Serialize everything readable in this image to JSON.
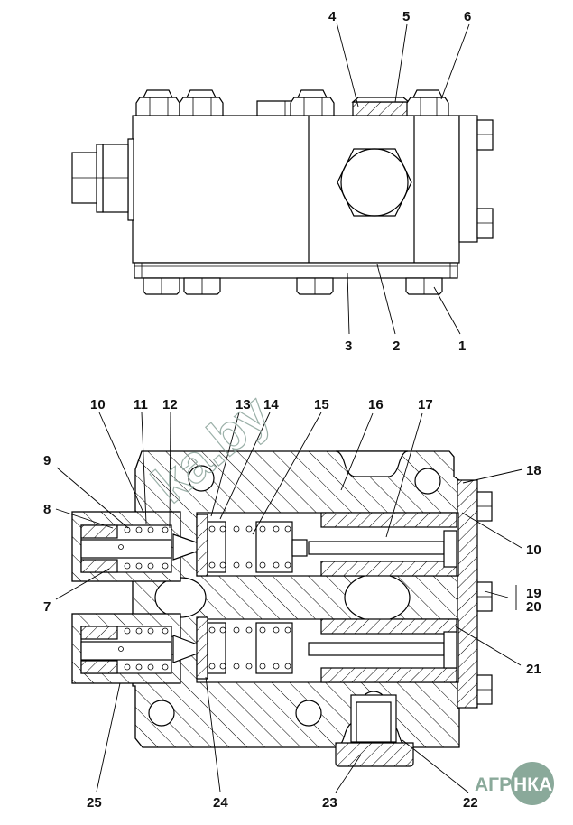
{
  "diagram": {
    "title": "Hydraulic valve block assembly — exterior view and sectional view",
    "views": [
      {
        "id": "top-view",
        "kind": "exterior"
      },
      {
        "id": "section-view",
        "kind": "section"
      }
    ],
    "callouts": {
      "c1": "1",
      "c2": "2",
      "c3": "3",
      "c4": "4",
      "c5": "5",
      "c6": "6",
      "c7": "7",
      "c8": "8",
      "c9": "9",
      "c10a": "10",
      "c10b": "10",
      "c11": "11",
      "c12": "12",
      "c13": "13",
      "c14": "14",
      "c15": "15",
      "c16": "16",
      "c17": "17",
      "c18": "18",
      "c19": "19",
      "c20": "20",
      "c21": "21",
      "c22": "22",
      "c23": "23",
      "c24": "24",
      "c25": "25"
    },
    "watermark": "ka.by",
    "logo": {
      "left": "АГРО",
      "right": "НКА",
      "color": "#8aa99a"
    }
  }
}
